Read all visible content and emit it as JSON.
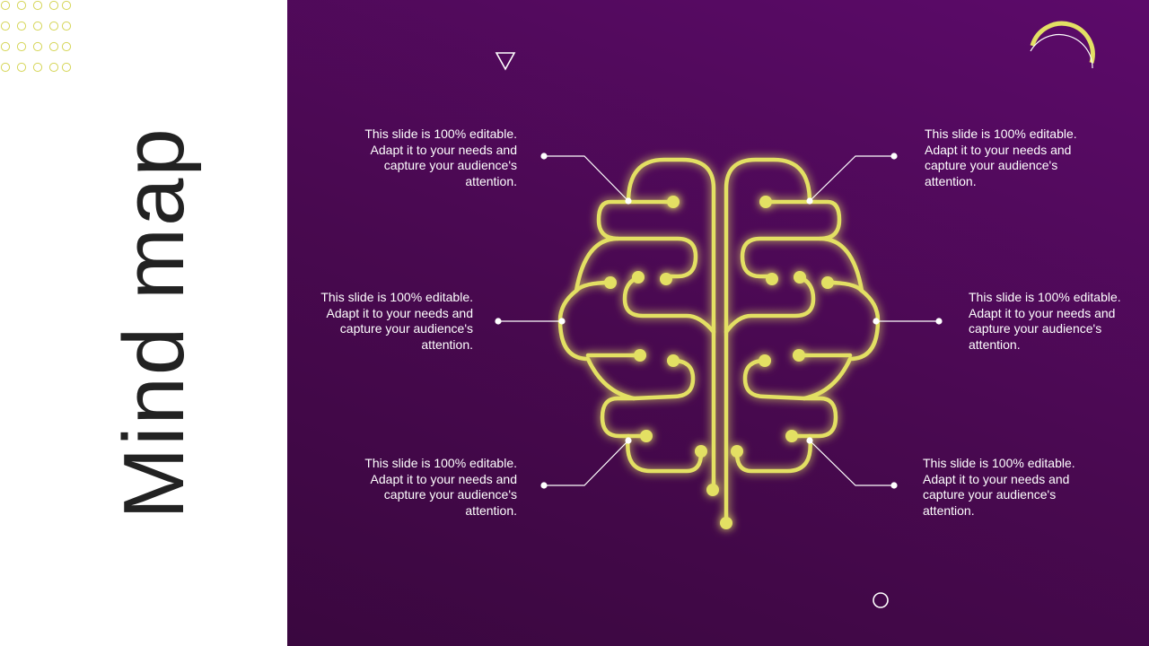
{
  "slide": {
    "title": "Mind map",
    "colors": {
      "accent": "#e3e064",
      "background": "#4e0a58",
      "text": "#ffffff",
      "title": "#222222"
    },
    "callouts": [
      {
        "id": "top-left",
        "text": "This slide is 100% editable. Adapt it to your needs and capture your audience's attention."
      },
      {
        "id": "middle-left",
        "text": "This slide is 100% editable. Adapt it to your needs and capture your audience's attention."
      },
      {
        "id": "bottom-left",
        "text": "This slide is 100% editable. Adapt it to your needs and capture your audience's attention."
      },
      {
        "id": "top-right",
        "text": "This slide is 100% editable. Adapt it to your needs and capture your audience's attention."
      },
      {
        "id": "middle-right",
        "text": "This slide is 100% editable. Adapt it to your needs and capture your audience's attention."
      },
      {
        "id": "bottom-right",
        "text": "This slide is 100% editable. Adapt it to your needs and capture your audience's attention."
      }
    ],
    "icons": [
      "dot-grid-decoration",
      "triangle-outline-icon",
      "arc-outline-icon",
      "circle-outline-icon",
      "brain-circuit-icon"
    ]
  }
}
